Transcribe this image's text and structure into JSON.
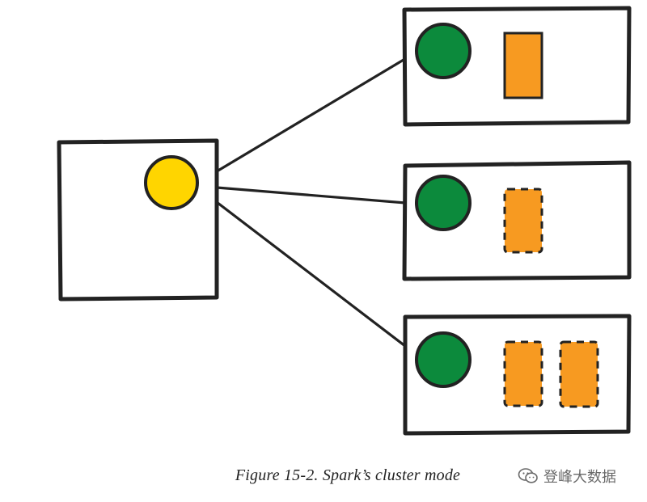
{
  "figure": {
    "caption": "Figure 15-2. Spark’s cluster mode"
  },
  "watermark": {
    "text": "登峰大数据",
    "icon": "wechat-icon"
  },
  "colors": {
    "driver": "#ffd500",
    "executor": "#0c8a3c",
    "task": "#f79a21",
    "outline": "#222222"
  },
  "nodes": {
    "driver_machine": "solid-box",
    "workers": [
      {
        "executor": "green-circle",
        "tasks": [
          "solid"
        ]
      },
      {
        "executor": "green-circle",
        "tasks": [
          "dashed"
        ]
      },
      {
        "executor": "green-circle",
        "tasks": [
          "dashed",
          "dashed"
        ]
      }
    ]
  }
}
